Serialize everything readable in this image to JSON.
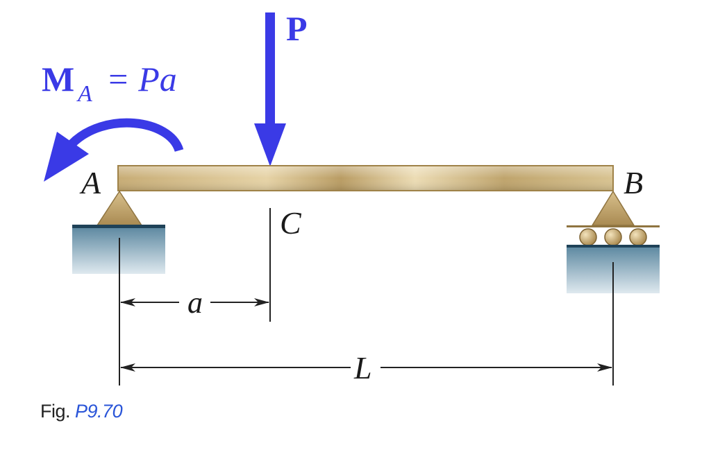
{
  "labels": {
    "force": "P",
    "moment_symbol": "M",
    "moment_subscript": "A",
    "moment_rhs": "= Pa",
    "point_a": "A",
    "point_b": "B",
    "point_c": "C",
    "dim_a": "a",
    "dim_L": "L"
  },
  "caption": {
    "prefix": "Fig.",
    "figure_id": "P9.70"
  },
  "colors": {
    "load_blue": "#3a3ae6",
    "beam_tan": "#c9ae78",
    "support_ground": "#6f97ad",
    "caption_blue": "#2a55d8"
  },
  "icons": {
    "moment": "counterclockwise-moment-arrow",
    "force": "downward-force-arrow",
    "pin_support": "pin-support-triangle",
    "roller_support": "roller-support"
  }
}
